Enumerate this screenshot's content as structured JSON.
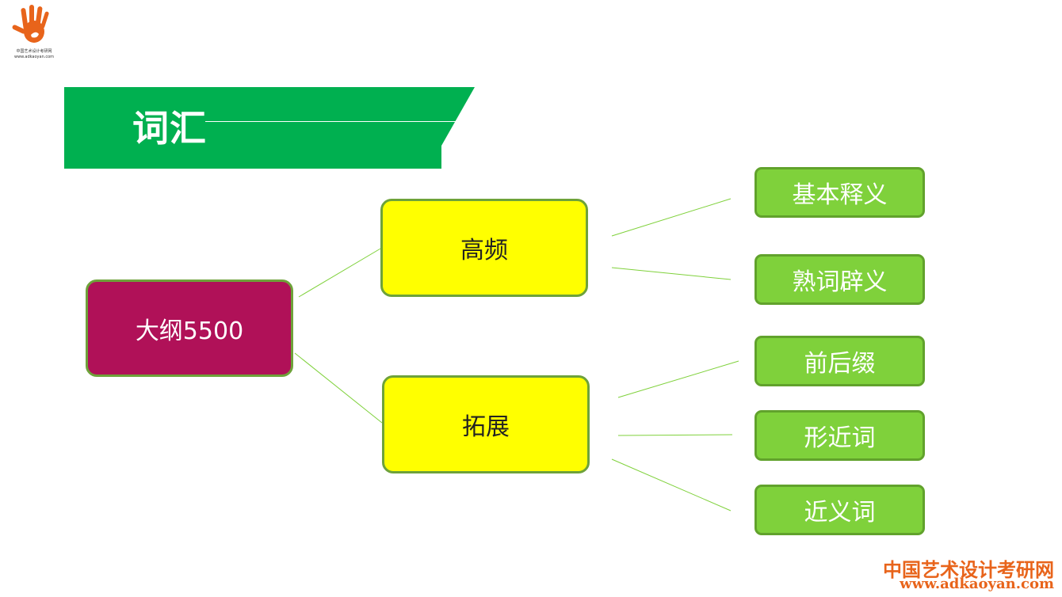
{
  "logo": {
    "name_cn": "中国艺术设计考研网",
    "url": "www.adkaoyan.com",
    "color": "#e8641b"
  },
  "banner": {
    "title": "词汇",
    "color": "#00b050"
  },
  "diagram": {
    "root": {
      "label": "大纲5500",
      "color": "#b01158"
    },
    "branches": [
      {
        "label": "高频",
        "color": "#ffff00",
        "children": [
          "基本释义",
          "熟词辟义"
        ]
      },
      {
        "label": "拓展",
        "color": "#ffff00",
        "children": [
          "前后缀",
          "形近词",
          "近义词"
        ]
      }
    ],
    "leaf_color": "#7fd13b",
    "connector_color": "#7fd13b"
  },
  "watermark": {
    "name_cn": "中国艺术设计考研网",
    "url": "www.adkaoyan.com"
  }
}
